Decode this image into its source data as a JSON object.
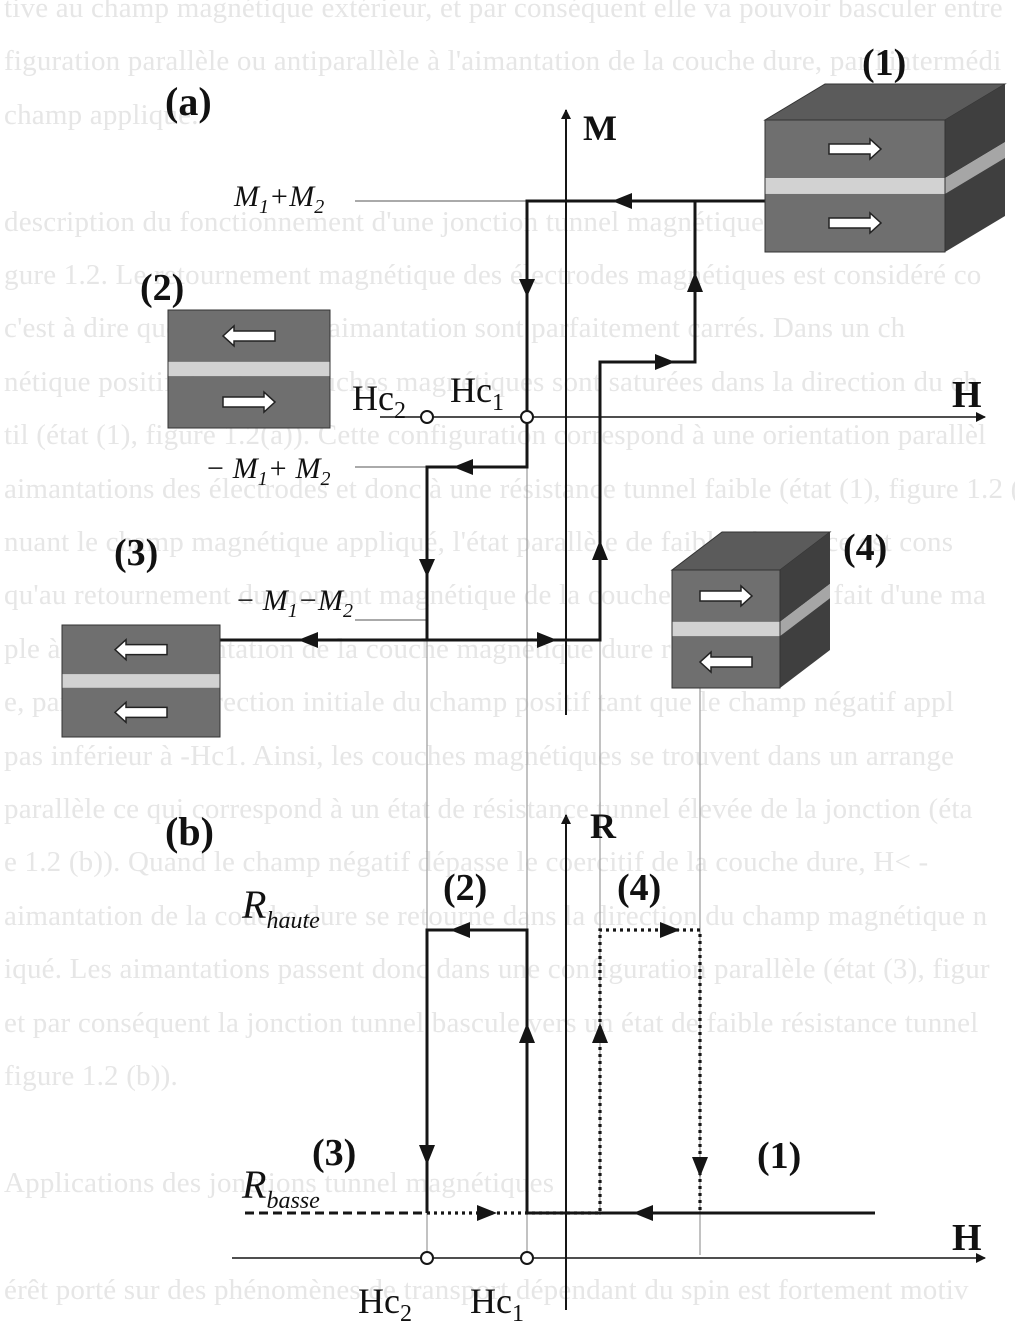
{
  "background_text": [
    "tive au champ magnétique extérieur, et par conséquent elle va pouvoir basculer entre",
    "figuration parallèle ou antiparallèle à l'aimantation de la couche dure, par l'intermédi",
    "champ appliqué.",
    "",
    " description du fonctionnement d'une jonction tunnel magnétique peut être donnée",
    "gure 1.2. Le retournement magnétique des électrodes magnétiques est considéré co",
    " c'est à dire que les cycles d'aimantation sont parfaitement carrés.  Dans un ch",
    "nétique positif, les deux couches magnétiques sont saturées dans la direction du ch",
    "til (état (1), figure 1.2(a)). Cette configuration correspond à une orientation parallèl",
    "aimantations des électrodes et donc à une résistance tunnel faible (état (1), figure 1.2 (b))",
    "nuant le champ magnétique appliqué,  l'état parallèle de faible résistance est cons",
    "qu'au retournement du moment magnétique de la couche douce qui se fait d'une ma",
    "ple à Hc2. L'aimantation de la couche magnétique dure reste tou",
    "e, parallèle à la direction initiale du champ positif tant que le champ négatif appl",
    " pas inférieur à -Hc1. Ainsi, les couches magnétiques se trouvent dans un arrange",
    "parallèle ce qui correspond à un état de résistance tunnel élevée de la jonction (éta",
    "e 1.2 (b)). Quand le champ négatif dépasse le coercitif de la couche dure, H< -",
    "aimantation de la couche dure se retourne dans la direction du champ magnétique n",
    "iqué. Les aimantations passent  donc dans une configuration parallèle (état (3), figur",
    "et par conséquent la jonction tunnel bascule vers un état de faible résistance tunnel",
    "figure 1.2 (b)).",
    "",
    "  Applications des jonctions tunnel magnétiques",
    "",
    "érêt porté sur des phénomènes de transport dépendant du spin est fortement motiv"
  ],
  "panel_a": {
    "label": "(a)",
    "axis_m": "M",
    "axis_h": "H",
    "hc2_main": "Hc",
    "hc2_sub": "2",
    "hc1_main": "Hc",
    "hc1_sub": "1",
    "level_top": {
      "m": "M",
      "s1": "1",
      "op": "+M",
      "s2": "2"
    },
    "level_mid": {
      "m": "− M",
      "s1": "1",
      "op": "+ M",
      "s2": "2"
    },
    "level_bot": {
      "m": "− M",
      "s1": "1",
      "op": "−M",
      "s2": "2"
    },
    "state_1": "(1)",
    "state_2": "(2)",
    "state_3": "(3)",
    "state_4": "(4)"
  },
  "panel_b": {
    "label": "(b)",
    "axis_r": "R",
    "axis_h": "H",
    "r_high": {
      "main": "R",
      "sub": "haute"
    },
    "r_low": {
      "main": "R",
      "sub": "basse"
    },
    "hc2_main": "Hc",
    "hc2_sub": "2",
    "hc1_main": "Hc",
    "hc1_sub": "1",
    "state_1": "(1)",
    "state_2": "(2)",
    "state_3": "(3)",
    "state_4": "(4)"
  },
  "colors": {
    "line": "#151515",
    "block_dark_top": "#5b5b5b",
    "block_dark_front": "#6f6f6f",
    "block_dark_side": "#3f3f3f",
    "spacer_front": "#d2d2d2",
    "spacer_side": "#a6a6a6",
    "guide": "#9a9a9a"
  }
}
